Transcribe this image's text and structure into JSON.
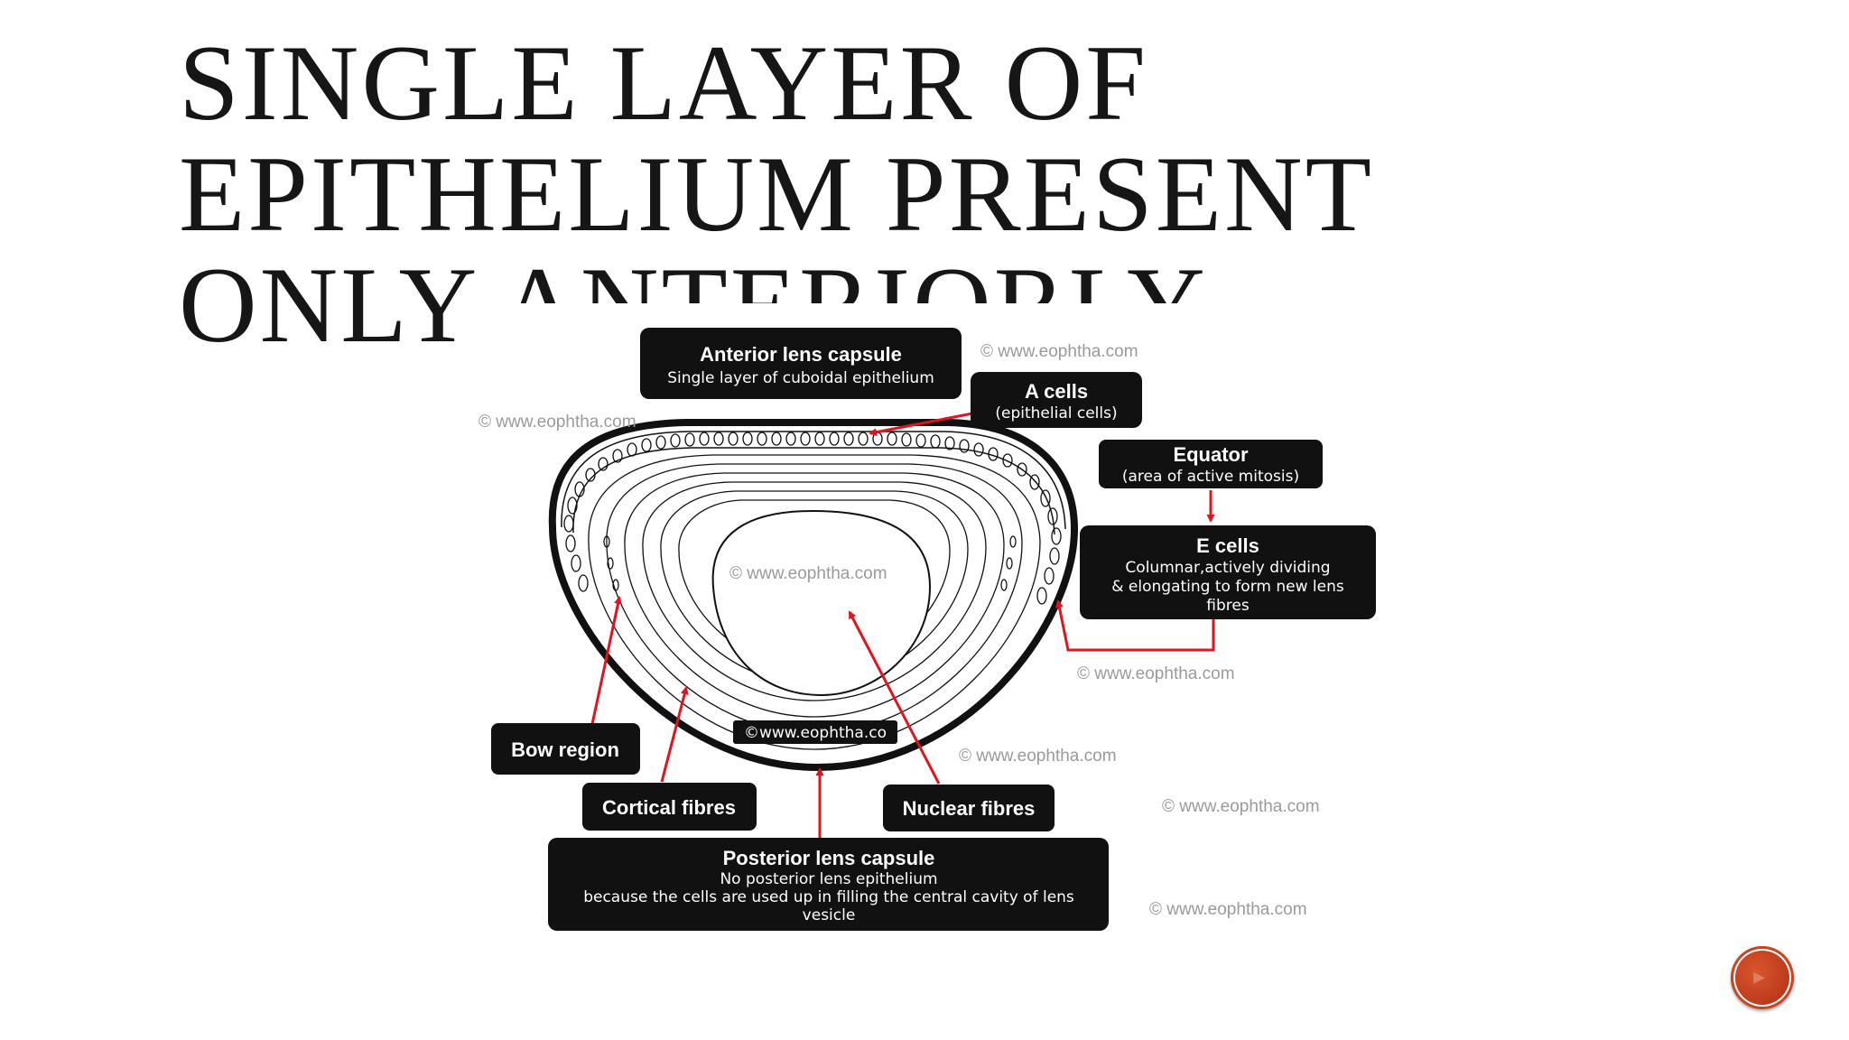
{
  "slide": {
    "title_lines": [
      "SINGLE LAYER OF",
      "EPITHELIUM PRESENT",
      "ONLY ANTERIORLY"
    ]
  },
  "diagram": {
    "labels": {
      "anterior_capsule": {
        "title": "Anterior lens capsule",
        "sub": "Single layer of cuboidal epithelium"
      },
      "a_cells": {
        "title": "A cells",
        "sub": "(epithelial cells)"
      },
      "equator": {
        "title": "Equator",
        "sub": "(area of active mitosis)"
      },
      "e_cells": {
        "title": "E cells",
        "sub": [
          "Columnar,actively dividing",
          "& elongating to form new lens",
          "fibres"
        ]
      },
      "bow_region": {
        "title": "Bow region"
      },
      "cortical_fibres": {
        "title": "Cortical fibres"
      },
      "nuclear_fibres": {
        "title": "Nuclear fibres"
      },
      "posterior_capsule": {
        "title": "Posterior lens capsule",
        "sub": [
          "No posterior lens epithelium",
          "because the cells are used up in filling the central cavity of lens",
          "vesicle"
        ]
      },
      "inner_watermark": "©www.eophtha.co"
    },
    "watermarks": [
      "© www.eophtha.com",
      "© www.eophtha.com",
      "© www.eophtha.com",
      "© www.eophtha.com",
      "© www.eophtha.com",
      "© www.eophtha.com",
      "© www.eophtha.com"
    ],
    "colors": {
      "arrow": "#e0141e",
      "label_bg": "#111111",
      "outline": "#111111"
    }
  },
  "navigation": {
    "icon": "next-arrow-icon",
    "color": "#c2401c"
  }
}
